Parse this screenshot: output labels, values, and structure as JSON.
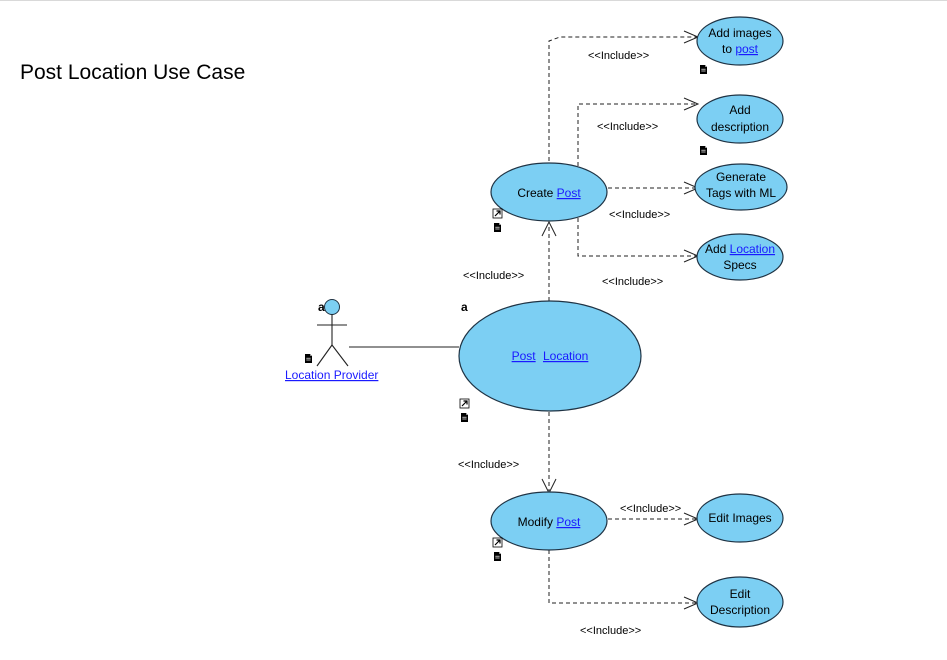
{
  "title": "Post Location Use Case",
  "actor": {
    "name": "Location Provider",
    "mark": "a"
  },
  "main_use_case": {
    "mark": "a",
    "parts": [
      "Post",
      "Location"
    ]
  },
  "include_label": "<<Include>>",
  "use_cases": {
    "create_post": {
      "text": "Create ",
      "link": "Post"
    },
    "modify_post": {
      "text": "Modify ",
      "link": "Post"
    },
    "add_images": {
      "line1": "Add images",
      "line2_text": "to ",
      "line2_link": "post"
    },
    "add_description": {
      "line1": "Add",
      "line2": "description"
    },
    "generate_tags": {
      "line1": "Generate",
      "line2": "Tags with ML"
    },
    "add_location_specs": {
      "line1_text": "Add ",
      "line1_link": "Location",
      "line2": "Specs"
    },
    "edit_images": {
      "line1": "Edit Images"
    },
    "edit_description": {
      "line1": "Edit",
      "line2": "Description"
    }
  },
  "icons": [
    "document-icon",
    "link-arrow-icon"
  ]
}
